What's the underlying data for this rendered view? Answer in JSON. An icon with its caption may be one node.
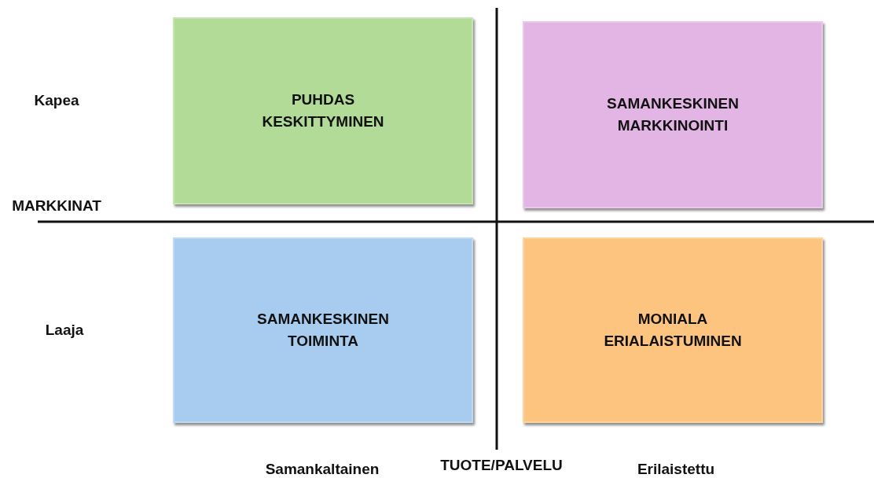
{
  "diagram": {
    "nodes": [
      {
        "text": [
          "PUHDAS KESKITTYMINEN"
        ]
      },
      {
        "text": [
          "SAMANKESKINEN MARKKINOINTI"
        ]
      },
      {
        "text": [
          "SAMANKESKINEN TOIMINTA"
        ]
      },
      {
        "text": [
          "MONIALA ERIALAISTUMINEN"
        ]
      }
    ],
    "labels": [
      "Kapea",
      "MARKKINAT",
      "Laaja",
      "Samankaltainen",
      "TUOTE/PALVELU",
      "Erilaistettu"
    ]
  }
}
